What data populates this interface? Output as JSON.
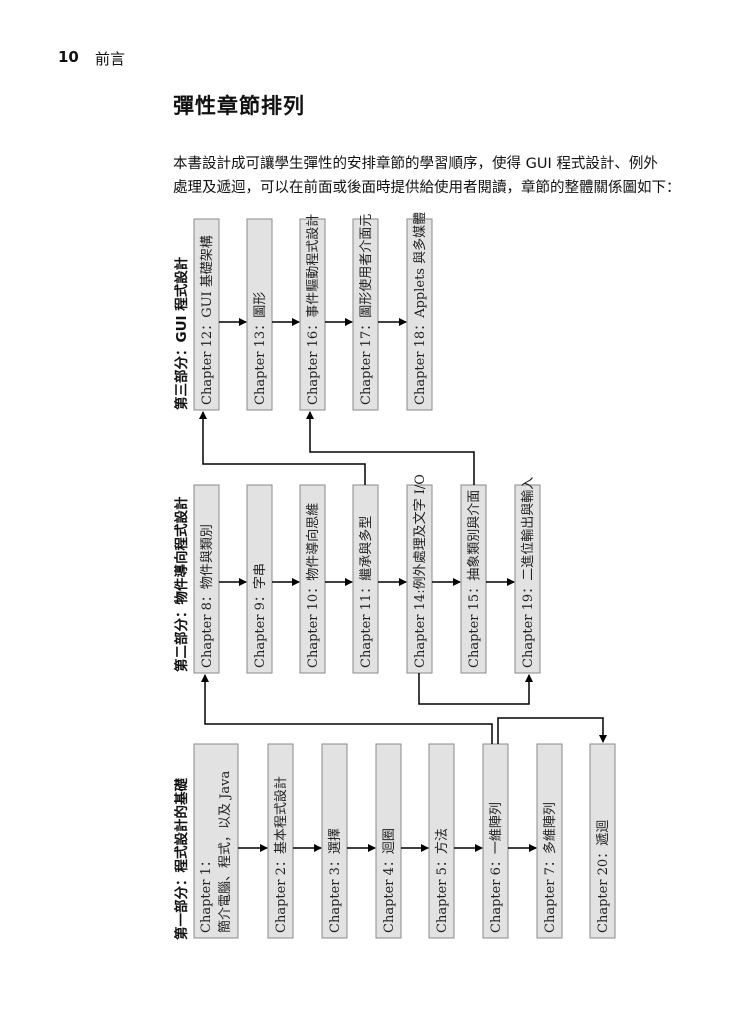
{
  "header": {
    "page_number": "10",
    "running_head": "前言"
  },
  "section_title": "彈性章節排列",
  "intro_lines": [
    "本書設計成可讓學生彈性的安排章節的學習順序，使得 GUI 程式設計、例外",
    "處理及遞迴，可以在前面或後面時提供給使用者閱讀，章節的整體關係圖如下："
  ],
  "diagram": {
    "parts": [
      {
        "label": "第三部分：GUI 程式設計",
        "chapters": [
          {
            "id": "ch12",
            "label": "Chapter 12：GUI 基礎架構"
          },
          {
            "id": "ch13",
            "label": "Chapter 13：圖形"
          },
          {
            "id": "ch16",
            "label": "Chapter 16：事件驅動程式設計"
          },
          {
            "id": "ch17",
            "label": "Chapter 17：圖形使用者介面元"
          },
          {
            "id": "ch18",
            "label": "Chapter 18：Applets 與多媒體"
          }
        ]
      },
      {
        "label": "第二部分：物件導向程式設計",
        "chapters": [
          {
            "id": "ch8",
            "label": "Chapter 8：物件與類別"
          },
          {
            "id": "ch9",
            "label": "Chapter 9：字串"
          },
          {
            "id": "ch10",
            "label": "Chapter 10：物件導向思維"
          },
          {
            "id": "ch11",
            "label": "Chapter 11：繼承與多型"
          },
          {
            "id": "ch14",
            "label": "Chapter 14:例外處理及文字 I/O"
          },
          {
            "id": "ch15",
            "label": "Chapter 15：抽象類別與介面"
          },
          {
            "id": "ch19",
            "label": "Chapter 19：二進位輸出與輸入"
          }
        ]
      },
      {
        "label": "第一部分：程式設計的基礎",
        "chapters": [
          {
            "id": "ch1",
            "label": "Chapter 1：",
            "label2": "簡介電腦、程式，以及 Java"
          },
          {
            "id": "ch2",
            "label": "Chapter 2：基本程式設計"
          },
          {
            "id": "ch3",
            "label": "Chapter 3：選擇"
          },
          {
            "id": "ch4",
            "label": "Chapter 4：迴圈"
          },
          {
            "id": "ch5",
            "label": "Chapter 5：方法"
          },
          {
            "id": "ch6",
            "label": "Chapter 6：一維陣列"
          },
          {
            "id": "ch7",
            "label": "Chapter 7：多維陣列"
          },
          {
            "id": "ch20",
            "label": "Chapter 20：遞迴"
          }
        ]
      }
    ]
  }
}
